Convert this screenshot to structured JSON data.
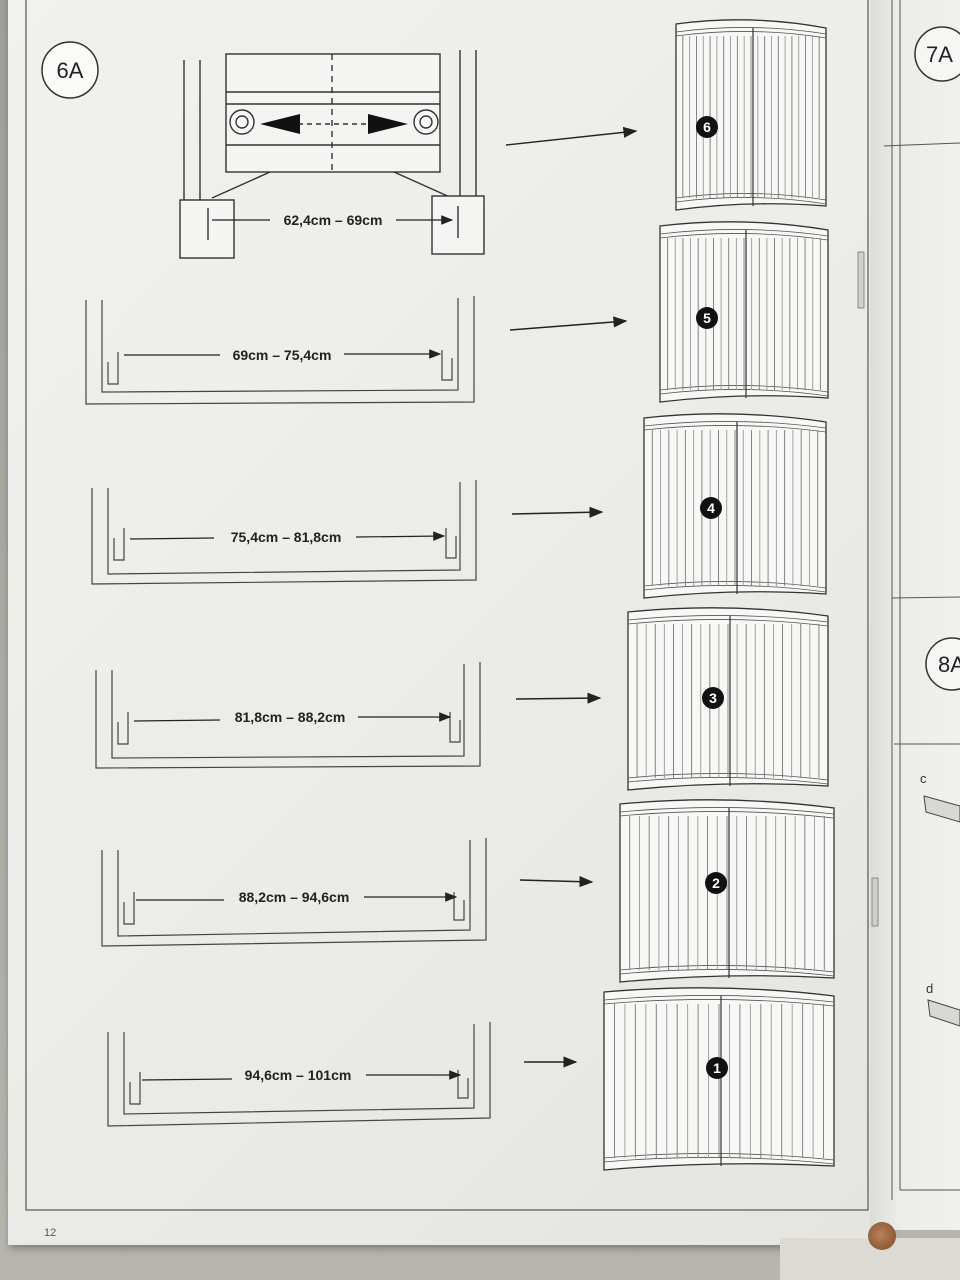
{
  "step_main": "6A",
  "step_next": "7A",
  "step_next2": "8A",
  "page_number": "12",
  "side_parts": [
    "c",
    "d"
  ],
  "rows": [
    {
      "range": "62,4cm – 69cm",
      "gate": "6"
    },
    {
      "range": "69cm – 75,4cm",
      "gate": "5"
    },
    {
      "range": "75,4cm – 81,8cm",
      "gate": "4"
    },
    {
      "range": "81,8cm – 88,2cm",
      "gate": "3"
    },
    {
      "range": "88,2cm – 94,6cm",
      "gate": "2"
    },
    {
      "range": "94,6cm – 101cm",
      "gate": "1"
    }
  ]
}
